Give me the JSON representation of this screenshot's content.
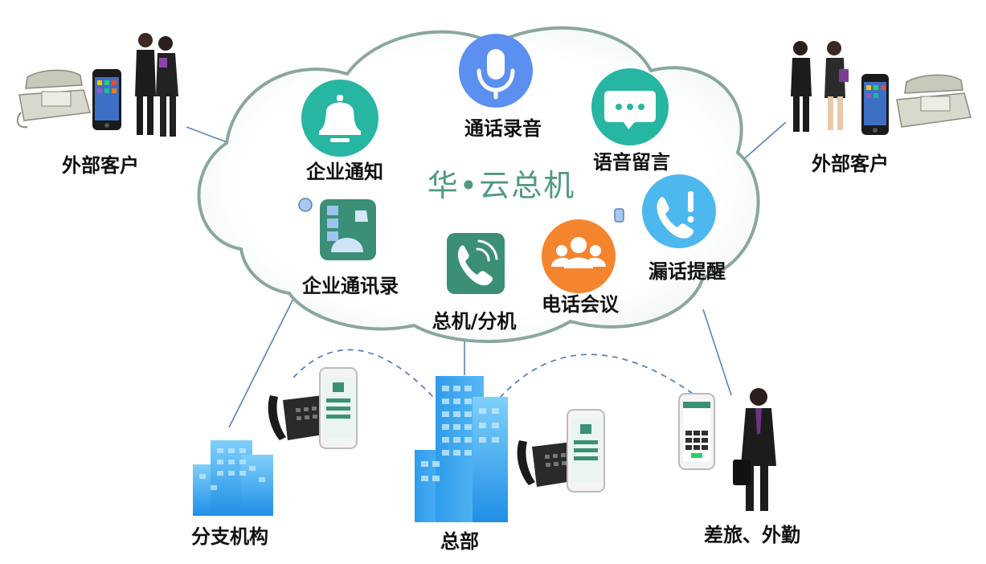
{
  "brand": "华•云总机",
  "features": {
    "enterprise_notice": "企业通知",
    "call_recording": "通话录音",
    "voice_message": "语音留言",
    "enterprise_directory": "企业通讯录",
    "pbx_extension": "总机/分机",
    "conference_call": "电话会议",
    "missed_call_reminder": "漏话提醒"
  },
  "nodes": {
    "external_left": "外部客户",
    "external_right": "外部客户",
    "branch": "分支机构",
    "headquarters": "总部",
    "travel": "差旅、外勤"
  },
  "colors": {
    "teal": "#26b6a1",
    "blue": "#5b8ff0",
    "dark_green": "#3b8f76",
    "orange": "#f5842e",
    "light_blue": "#4db8ee",
    "building": "#3aa7ee"
  }
}
